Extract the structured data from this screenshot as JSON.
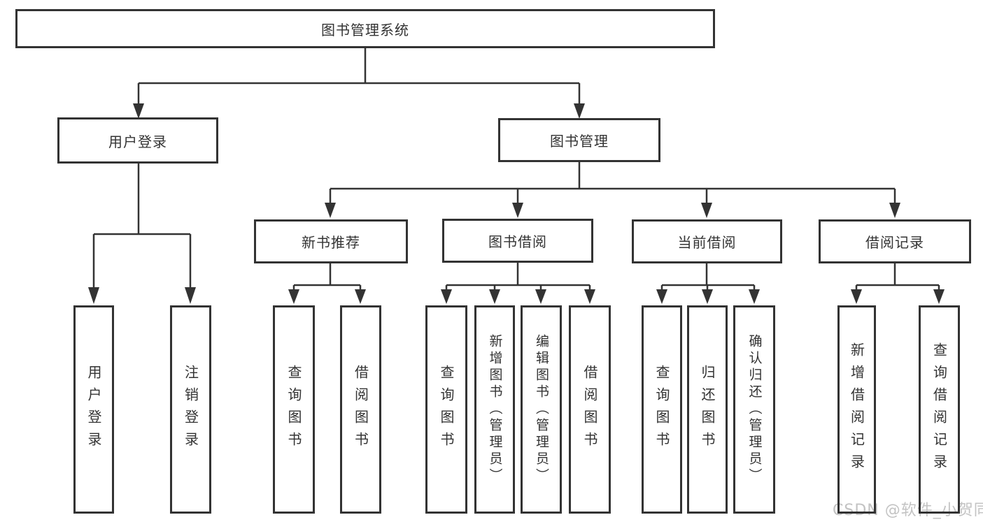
{
  "colors": {
    "background": "#ffffff",
    "line": "#333333",
    "text": "#333333",
    "watermark": "#c3c3c3"
  },
  "watermark": {
    "text": "CSDN @软件_小贺同学"
  },
  "tree": {
    "root": {
      "label": "图书管理系统"
    },
    "branches": [
      {
        "label": "用户登录",
        "leaves": [
          "用户登录",
          "注销登录"
        ]
      },
      {
        "label": "图书管理",
        "groups": [
          {
            "label": "新书推荐",
            "leaves": [
              "查询图书",
              "借阅图书"
            ]
          },
          {
            "label": "图书借阅",
            "leaves": [
              "查询图书",
              "新增图书（管理员）",
              "编辑图书（管理员）",
              "借阅图书"
            ]
          },
          {
            "label": "当前借阅",
            "leaves": [
              "查询图书",
              "归还图书",
              "确认归还（管理员）"
            ]
          },
          {
            "label": "借阅记录",
            "leaves": [
              "新增借阅记录",
              "查询借阅记录"
            ]
          }
        ]
      }
    ]
  }
}
